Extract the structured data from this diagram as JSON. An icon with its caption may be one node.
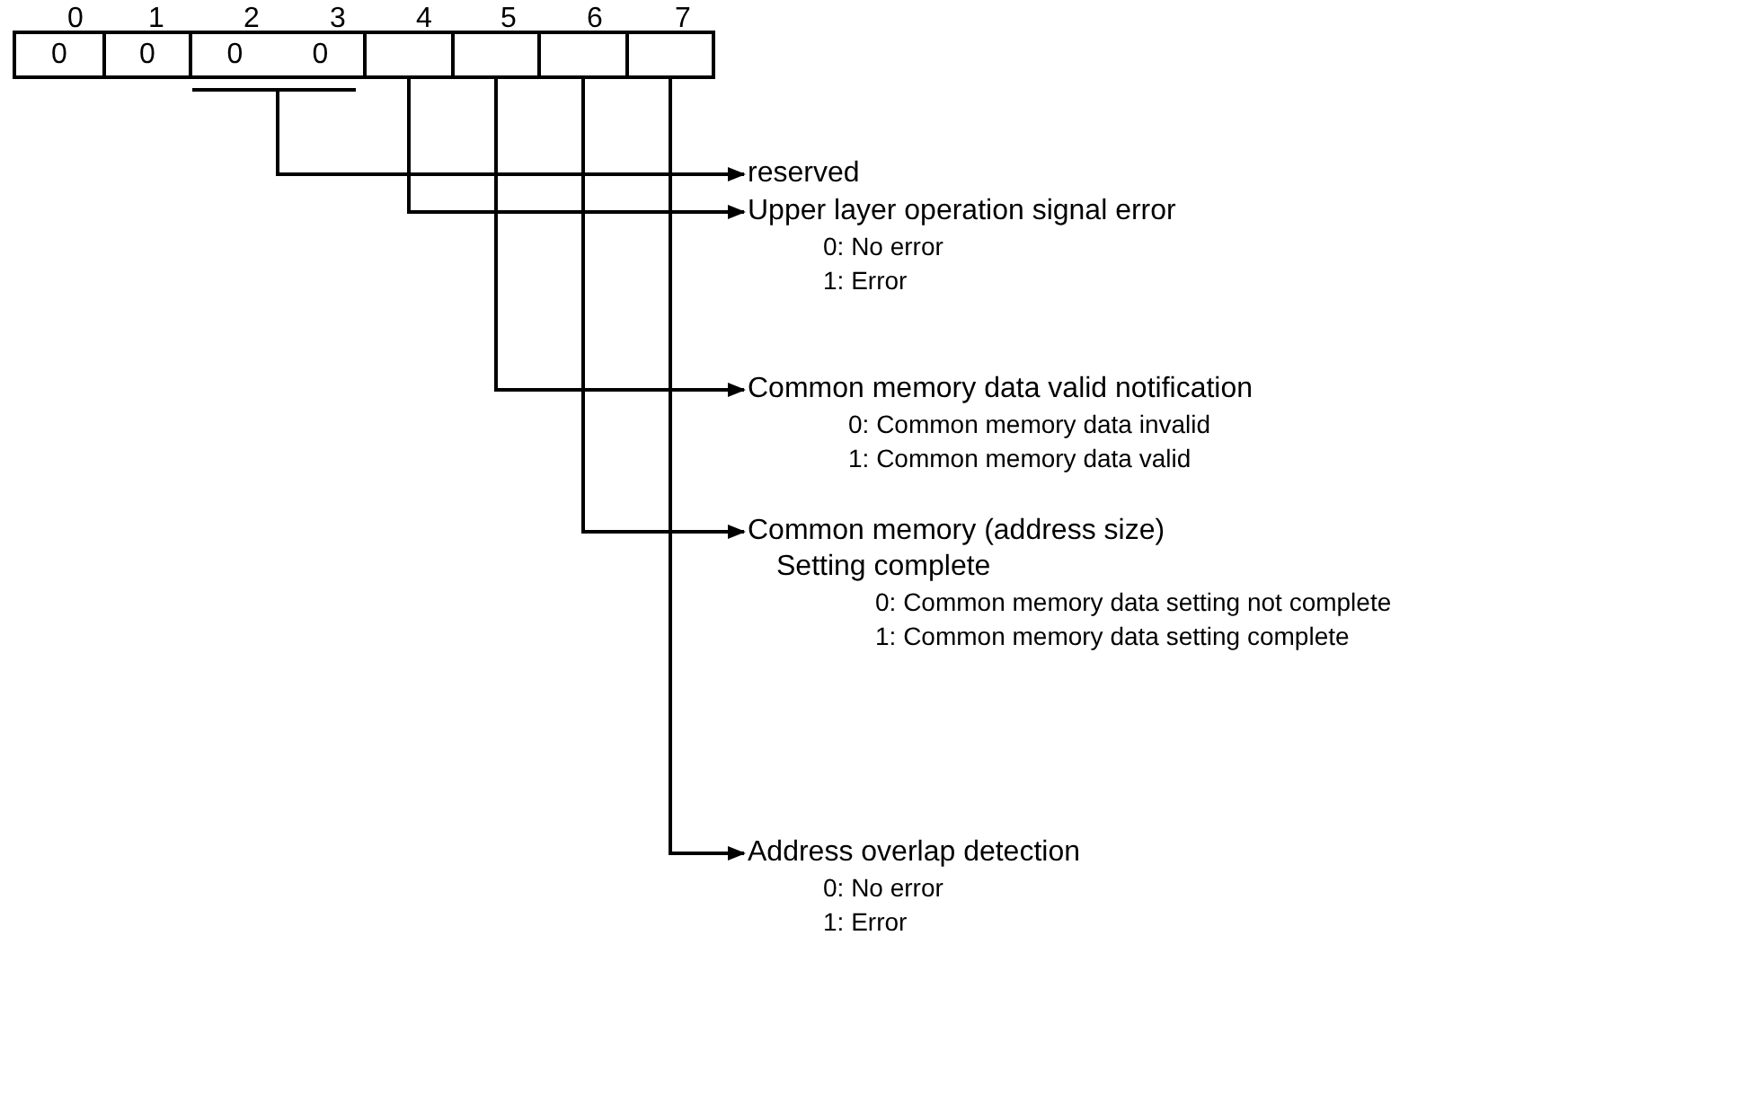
{
  "diagram": {
    "nodes": [
      {
        "text": [
          "0"
        ]
      },
      {
        "text": [
          "0"
        ]
      },
      {
        "text": [
          "0",
          "0"
        ]
      },
      {
        "text": [],
        "shape": "box"
      },
      {
        "text": [],
        "shape": "box"
      },
      {
        "text": [],
        "shape": "box"
      },
      {
        "text": [],
        "shape": "box"
      },
      {
        "text": [
          "reserved"
        ]
      },
      {
        "text": [
          "Upper layer operation signal error",
          "0: No error",
          "1: Error"
        ]
      },
      {
        "text": [
          "Common memory data valid notification",
          "0: Common memory data invalid",
          "1: Common memory data valid"
        ]
      },
      {
        "text": [
          "Common memory (address size)",
          "Setting complete",
          "0: Common memory data setting not complete",
          "1: Common memory data setting complete"
        ]
      },
      {
        "text": [
          "Address overlap detection",
          "0: No error",
          "1: Error"
        ]
      }
    ],
    "edges": [
      {
        "from": 2,
        "to": 7,
        "arrow": "to"
      },
      {
        "from": 3,
        "to": 8,
        "arrow": "to"
      },
      {
        "from": 4,
        "to": 9,
        "arrow": "to"
      },
      {
        "from": 5,
        "to": 10,
        "arrow": "to"
      },
      {
        "from": 6,
        "to": 11,
        "arrow": "to"
      }
    ],
    "labels": [
      "0",
      "1",
      "2",
      "3",
      "4",
      "5",
      "6",
      "7"
    ]
  }
}
